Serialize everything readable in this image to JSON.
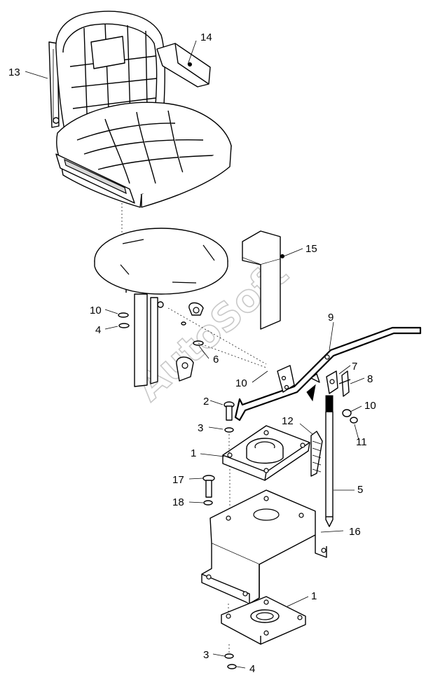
{
  "watermark": "AutoSoft",
  "callouts": [
    {
      "id": "c13",
      "text": "13"
    },
    {
      "id": "c14",
      "text": "14"
    },
    {
      "id": "c15",
      "text": "15"
    },
    {
      "id": "c10a",
      "text": "10"
    },
    {
      "id": "c4a",
      "text": "4"
    },
    {
      "id": "c6",
      "text": "6"
    },
    {
      "id": "c9",
      "text": "9"
    },
    {
      "id": "c7",
      "text": "7"
    },
    {
      "id": "c8",
      "text": "8"
    },
    {
      "id": "c10b",
      "text": "10"
    },
    {
      "id": "c10c",
      "text": "10"
    },
    {
      "id": "c11",
      "text": "11"
    },
    {
      "id": "c2",
      "text": "2"
    },
    {
      "id": "c3a",
      "text": "3"
    },
    {
      "id": "c12",
      "text": "12"
    },
    {
      "id": "c1a",
      "text": "1"
    },
    {
      "id": "c5",
      "text": "5"
    },
    {
      "id": "c17",
      "text": "17"
    },
    {
      "id": "c18",
      "text": "18"
    },
    {
      "id": "c16",
      "text": "16"
    },
    {
      "id": "c1b",
      "text": "1"
    },
    {
      "id": "c3b",
      "text": "3"
    },
    {
      "id": "c4b",
      "text": "4"
    }
  ]
}
